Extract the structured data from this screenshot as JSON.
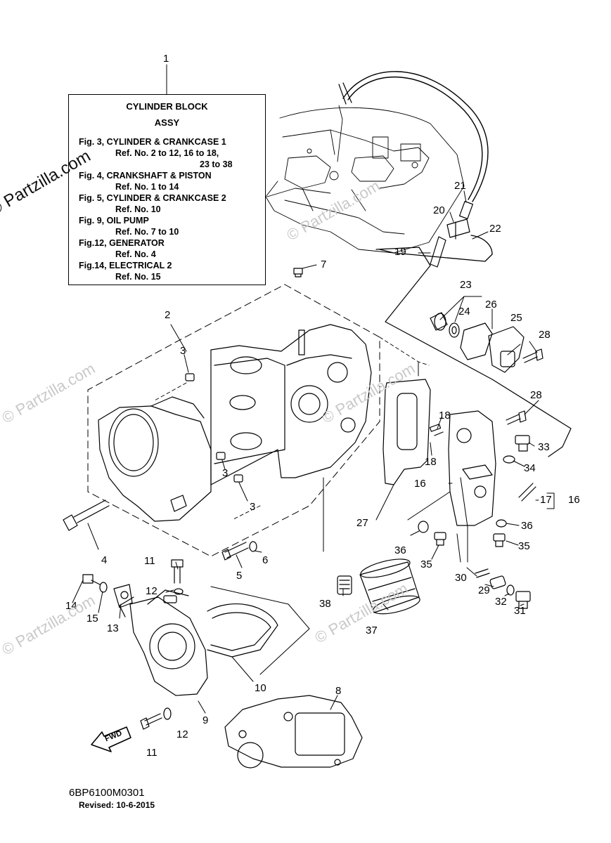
{
  "info_box": {
    "title_line1": "CYLINDER BLOCK",
    "title_line2": "ASSY",
    "lines": [
      "Fig. 3, CYLINDER & CRANKCASE 1",
      "Ref. No. 2 to 12, 16 to 18,",
      "23 to 38",
      "Fig. 4, CRANKSHAFT & PISTON",
      "Ref. No. 1 to 14",
      "Fig. 5, CYLINDER & CRANKCASE 2",
      "Ref. No. 10",
      "Fig. 9, OIL PUMP",
      "Ref. No. 7 to 10",
      "Fig.12, GENERATOR",
      "Ref. No. 4",
      "Fig.14, ELECTRICAL 2",
      "Ref. No. 15"
    ]
  },
  "callouts": {
    "c1": "1",
    "c2": "2",
    "c3a": "3",
    "c3b": "3",
    "c3c": "3",
    "c4": "4",
    "c5": "5",
    "c6": "6",
    "c7": "7",
    "c8": "8",
    "c9": "9",
    "c10": "10",
    "c11a": "11",
    "c11b": "11",
    "c12a": "12",
    "c12b": "12",
    "c13": "13",
    "c14": "14",
    "c15": "15",
    "c16a": "16",
    "c16b": "16",
    "c17": "17",
    "c18a": "18",
    "c18b": "18",
    "c19": "19",
    "c20": "20",
    "c21": "21",
    "c22": "22",
    "c23": "23",
    "c24": "24",
    "c25": "25",
    "c26": "26",
    "c27": "27",
    "c28a": "28",
    "c28b": "28",
    "c29": "29",
    "c30": "30",
    "c31": "31",
    "c32": "32",
    "c33": "33",
    "c34": "34",
    "c35a": "35",
    "c35b": "35",
    "c36a": "36",
    "c36b": "36",
    "c37": "37",
    "c38": "38"
  },
  "fwd_label": "FWD",
  "watermark": "© Partzilla.com",
  "diagram_code": "6BP6100M0301",
  "revised": "Revised: 10-6-2015"
}
